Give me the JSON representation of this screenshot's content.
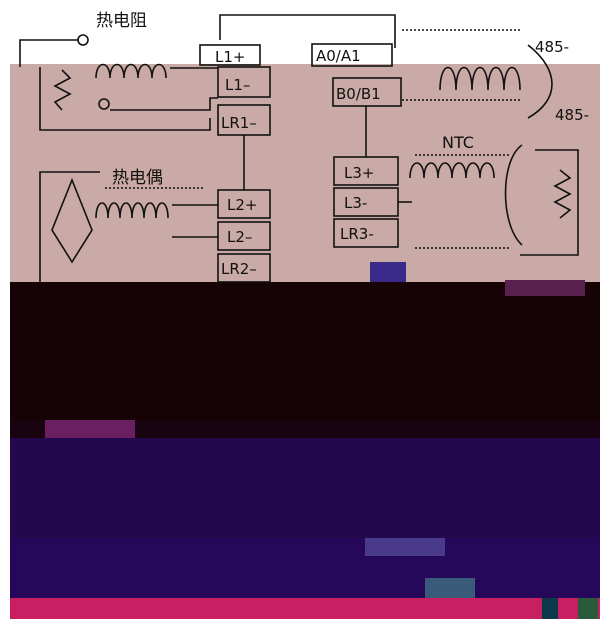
{
  "labels": {
    "rtd": "热电阻",
    "thermocouple": "热电偶",
    "ntc": "NTC",
    "rs485_a": "485-",
    "rs485_b": "485-"
  },
  "terminals": {
    "l1_plus": "L1+",
    "l1_minus": "L1–",
    "lr1": "LR1–",
    "l2_plus": "L2+",
    "l2_minus": "L2–",
    "lr2": "LR2–",
    "a0a1": "A0/A1",
    "b0b1": "B0/B1",
    "l3_plus": "L3+",
    "l3_minus": "L3-",
    "lr3": "LR3-"
  },
  "colors": {
    "pink_band": "#c9aaa6",
    "black_band": "#150306",
    "navy_band": "#24084e",
    "magenta_band": "#c81f63",
    "line": "#111111"
  }
}
